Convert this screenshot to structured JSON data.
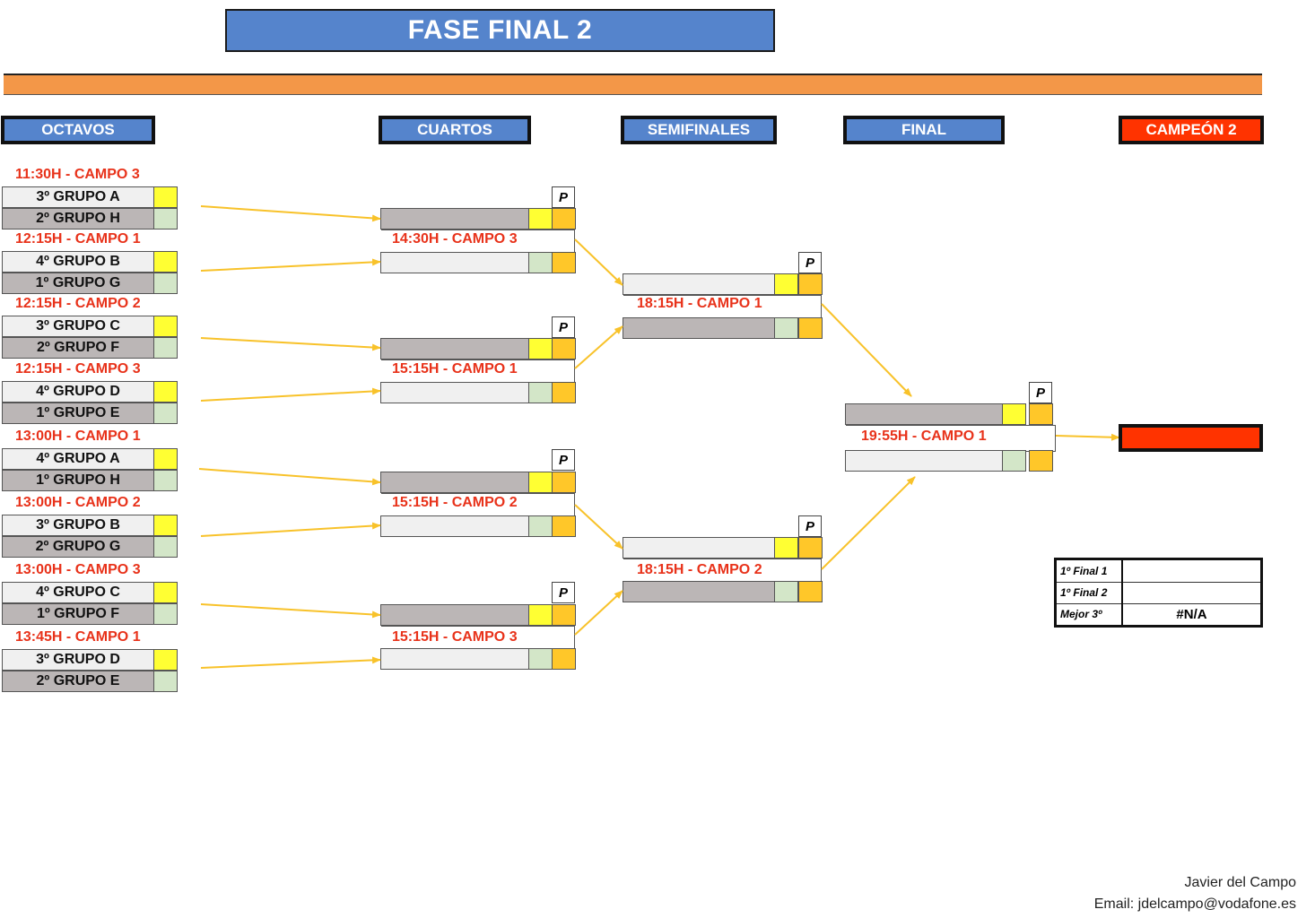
{
  "title": "FASE FINAL 2",
  "rounds": {
    "octavos": "OCTAVOS",
    "cuartos": "CUARTOS",
    "semifinales": "SEMIFINALES",
    "final": "FINAL",
    "campeon": "CAMPEÓN 2"
  },
  "penalty_label": "P",
  "octavos": [
    {
      "time": "11:30H - CAMPO 3",
      "team1": "3º GRUPO A",
      "team2": "2º GRUPO H"
    },
    {
      "time": "12:15H - CAMPO 1",
      "team1": "4º GRUPO B",
      "team2": "1º GRUPO G"
    },
    {
      "time": "12:15H - CAMPO 2",
      "team1": "3º GRUPO C",
      "team2": "2º GRUPO F"
    },
    {
      "time": "12:15H - CAMPO 3",
      "team1": "4º GRUPO D",
      "team2": "1º GRUPO E"
    },
    {
      "time": "13:00H - CAMPO 1",
      "team1": "4º GRUPO A",
      "team2": "1º GRUPO H"
    },
    {
      "time": "13:00H - CAMPO 2",
      "team1": "3º GRUPO B",
      "team2": "2º GRUPO G"
    },
    {
      "time": "13:00H - CAMPO 3",
      "team1": "4º GRUPO C",
      "team2": "1º GRUPO F"
    },
    {
      "time": "13:45H - CAMPO 1",
      "team1": "3º GRUPO D",
      "team2": "2º GRUPO E"
    }
  ],
  "cuartos": [
    {
      "time": "14:30H - CAMPO 3"
    },
    {
      "time": "15:15H - CAMPO 1"
    },
    {
      "time": "15:15H - CAMPO 2"
    },
    {
      "time": "15:15H - CAMPO 3"
    }
  ],
  "semifinales": [
    {
      "time": "18:15H - CAMPO 1"
    },
    {
      "time": "18:15H - CAMPO 2"
    }
  ],
  "final": {
    "time": "19:55H - CAMPO 1"
  },
  "summary": [
    {
      "label": "1º Final 1",
      "value": ""
    },
    {
      "label": "1º Final 2",
      "value": ""
    },
    {
      "label": "Mejor 3º",
      "value": "#N/A"
    }
  ],
  "footer": {
    "author": "Javier del Campo",
    "email": "Email: jdelcampo@vodafone.es"
  },
  "colors": {
    "header_blue": "#5584cc",
    "orange_bar": "#f39748",
    "champion_red": "#ff3300",
    "time_red": "#e8321a",
    "arrow_yellow": "#f8c22a",
    "score_yellow": "#ffff33",
    "score_green": "#d3e6c8",
    "score_orange": "#ffc729"
  }
}
